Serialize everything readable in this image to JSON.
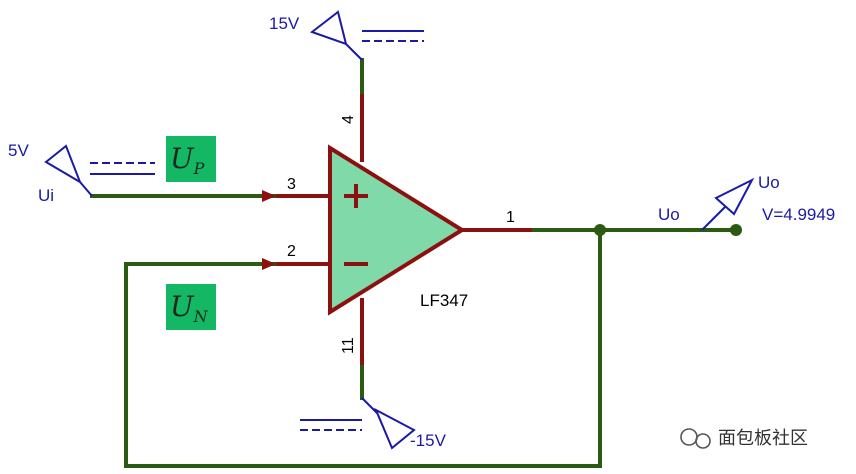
{
  "supply": {
    "pos_label": "15V",
    "neg_label": "-15V"
  },
  "input": {
    "voltage_label": "5V",
    "name": "Ui"
  },
  "opamp": {
    "part": "LF347",
    "pin_noninv": "3",
    "pin_inv": "2",
    "pin_out": "1",
    "pin_vpos": "4",
    "pin_vneg": "11",
    "plus_sign": "+",
    "minus_sign": "−"
  },
  "labels": {
    "up_main": "U",
    "up_sub": "P",
    "un_main": "U",
    "un_sub": "N"
  },
  "output": {
    "net_label": "Uo",
    "probe_name": "Uo",
    "probe_value": "V=4.9949"
  },
  "watermark": {
    "text": "面包板社区"
  },
  "colors": {
    "wire": "#2c5a12",
    "pin_wire": "#8b1010",
    "opamp_fill": "#80d9a8",
    "opamp_stroke": "#8b1010",
    "probe": "#1a1aa6",
    "label_box": "#14b864"
  }
}
